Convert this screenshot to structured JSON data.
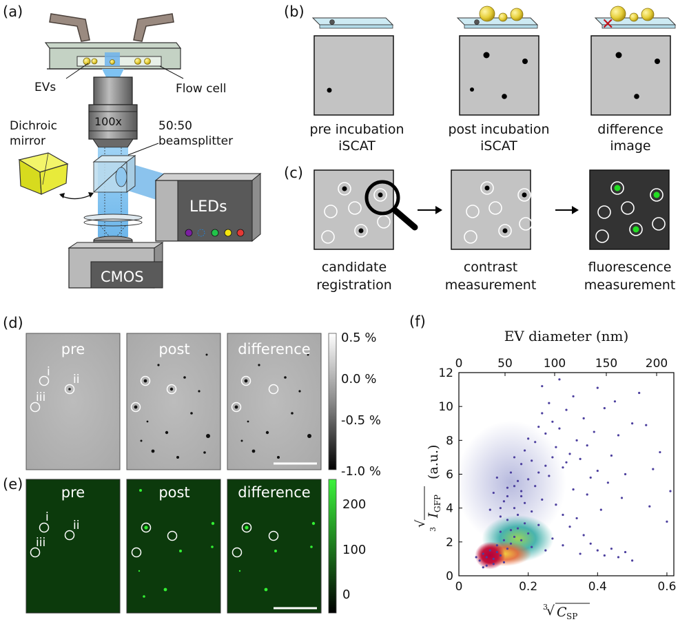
{
  "panels": {
    "a": {
      "label": "(a)",
      "evs": "EVs",
      "flow_cell": "Flow cell",
      "objective": "100x",
      "dichroic": [
        "Dichroic",
        "mirror"
      ],
      "beamsplitter": [
        "50:50",
        "beamsplitter"
      ],
      "leds": "LEDs",
      "camera": "CMOS",
      "led_colors": [
        "#7b1fa2",
        "#1e88e5",
        "#22c34a",
        "#f5e60d",
        "#e53935"
      ]
    },
    "b": {
      "label": "(b)",
      "captions": [
        [
          "pre incubation",
          "iSCAT"
        ],
        [
          "post incubation",
          "iSCAT"
        ],
        [
          "difference",
          "image"
        ]
      ]
    },
    "c": {
      "label": "(c)",
      "captions": [
        [
          "candidate",
          "registration"
        ],
        [
          "contrast",
          "measurement"
        ],
        [
          "fluorescence",
          "measurement"
        ]
      ]
    },
    "d": {
      "label": "(d)",
      "titles": [
        "pre",
        "post",
        "difference"
      ],
      "roi_labels": [
        "i",
        "ii",
        "iii"
      ],
      "colorbar_ticks": [
        "0.5 %",
        "0.0 %",
        "-0.5 %",
        "-1.0 %"
      ]
    },
    "e": {
      "label": "(e)",
      "titles": [
        "pre",
        "post",
        "difference"
      ],
      "roi_labels": [
        "i",
        "ii",
        "iii"
      ],
      "colorbar_ticks": [
        "200",
        "100",
        "0"
      ]
    },
    "f": {
      "label": "(f)",
      "top_axis_label": "EV diameter (nm)",
      "top_ticks": [
        "0",
        "50",
        "100",
        "150",
        "200"
      ],
      "ylabel_root": "3",
      "ylabel_var": "I",
      "ylabel_sub": "GFP",
      "ylabel_unit": "(a.u.)",
      "xlabel_root": "3",
      "xlabel_var": "C",
      "xlabel_sub": "SP"
    }
  },
  "chart_data": {
    "type": "scatter",
    "title": "",
    "xlabel": "∛C_SP",
    "ylabel": "∛I_GFP (a.u.)",
    "secondary_xlabel": "EV diameter (nm)",
    "xlim": [
      0,
      0.62
    ],
    "ylim": [
      0,
      12
    ],
    "x_ticks": [
      0,
      0.2,
      0.4,
      0.6
    ],
    "y_ticks": [
      0,
      2,
      4,
      6,
      8,
      10,
      12
    ],
    "secondary_x_ticks_nm": [
      0,
      50,
      100,
      150,
      200
    ],
    "grid": false,
    "colors": {
      "low": "#4c3f9e",
      "mid": "#2aa7a1",
      "high": "#f4d03f",
      "peak": "#b3003a"
    },
    "density_regions": [
      {
        "x": 0.09,
        "y": 1.2,
        "density": "peak"
      },
      {
        "x": 0.13,
        "y": 1.3,
        "density": "high"
      },
      {
        "x": 0.17,
        "y": 2.2,
        "density": "mid"
      },
      {
        "x": 0.15,
        "y": 5.5,
        "density": "low"
      }
    ],
    "points": [
      [
        0.06,
        0.9
      ],
      [
        0.07,
        1.3
      ],
      [
        0.08,
        1.1
      ],
      [
        0.09,
        1.5
      ],
      [
        0.1,
        1.0
      ],
      [
        0.11,
        1.4
      ],
      [
        0.12,
        1.2
      ],
      [
        0.13,
        0.8
      ],
      [
        0.14,
        1.6
      ],
      [
        0.15,
        1.9
      ],
      [
        0.16,
        2.3
      ],
      [
        0.17,
        2.8
      ],
      [
        0.18,
        2.1
      ],
      [
        0.19,
        3.1
      ],
      [
        0.2,
        2.5
      ],
      [
        0.21,
        1.7
      ],
      [
        0.12,
        3.5
      ],
      [
        0.13,
        4.4
      ],
      [
        0.14,
        5.2
      ],
      [
        0.15,
        6.1
      ],
      [
        0.16,
        7.0
      ],
      [
        0.17,
        5.6
      ],
      [
        0.18,
        6.6
      ],
      [
        0.19,
        7.4
      ],
      [
        0.2,
        8.1
      ],
      [
        0.21,
        6.8
      ],
      [
        0.22,
        7.9
      ],
      [
        0.23,
        8.8
      ],
      [
        0.24,
        9.6
      ],
      [
        0.25,
        8.4
      ],
      [
        0.26,
        10.2
      ],
      [
        0.27,
        9.1
      ],
      [
        0.28,
        7.6
      ],
      [
        0.29,
        8.7
      ],
      [
        0.3,
        6.4
      ],
      [
        0.31,
        9.8
      ],
      [
        0.32,
        7.2
      ],
      [
        0.33,
        10.6
      ],
      [
        0.34,
        8.0
      ],
      [
        0.35,
        6.9
      ],
      [
        0.36,
        9.3
      ],
      [
        0.37,
        7.7
      ],
      [
        0.38,
        5.8
      ],
      [
        0.39,
        8.5
      ],
      [
        0.4,
        6.2
      ],
      [
        0.42,
        9.9
      ],
      [
        0.44,
        7.1
      ],
      [
        0.46,
        8.3
      ],
      [
        0.48,
        6.0
      ],
      [
        0.5,
        9.0
      ],
      [
        0.52,
        10.8
      ],
      [
        0.55,
        4.1
      ],
      [
        0.58,
        7.3
      ],
      [
        0.61,
        5.0
      ],
      [
        0.11,
        5.8
      ],
      [
        0.1,
        4.9
      ],
      [
        0.09,
        3.9
      ],
      [
        0.12,
        2.6
      ],
      [
        0.14,
        3.3
      ],
      [
        0.16,
        4.0
      ],
      [
        0.18,
        4.7
      ],
      [
        0.22,
        5.3
      ],
      [
        0.24,
        4.5
      ],
      [
        0.26,
        5.9
      ],
      [
        0.28,
        4.2
      ],
      [
        0.3,
        3.6
      ],
      [
        0.32,
        2.9
      ],
      [
        0.34,
        3.4
      ],
      [
        0.36,
        2.4
      ],
      [
        0.38,
        1.9
      ],
      [
        0.4,
        1.5
      ],
      [
        0.42,
        1.2
      ],
      [
        0.44,
        1.6
      ],
      [
        0.46,
        1.1
      ],
      [
        0.48,
        1.4
      ],
      [
        0.5,
        0.9
      ],
      [
        0.35,
        1.3
      ],
      [
        0.3,
        1.8
      ],
      [
        0.27,
        2.2
      ],
      [
        0.25,
        1.5
      ],
      [
        0.23,
        3.0
      ],
      [
        0.21,
        3.8
      ],
      [
        0.19,
        4.3
      ],
      [
        0.17,
        3.6
      ],
      [
        0.15,
        2.7
      ],
      [
        0.13,
        2.1
      ],
      [
        0.11,
        1.8
      ],
      [
        0.08,
        0.6
      ],
      [
        0.05,
        1.1
      ],
      [
        0.07,
        0.5
      ],
      [
        0.1,
        0.7
      ],
      [
        0.24,
        11.2
      ],
      [
        0.29,
        11.6
      ],
      [
        0.4,
        11.1
      ],
      [
        0.45,
        10.3
      ],
      [
        0.54,
        8.9
      ],
      [
        0.56,
        6.3
      ],
      [
        0.6,
        3.2
      ],
      [
        0.47,
        4.6
      ],
      [
        0.43,
        5.5
      ],
      [
        0.41,
        3.9
      ],
      [
        0.37,
        4.8
      ],
      [
        0.33,
        5.1
      ],
      [
        0.31,
        6.7
      ],
      [
        0.27,
        7.0
      ],
      [
        0.25,
        6.5
      ],
      [
        0.23,
        6.1
      ],
      [
        0.2,
        5.7
      ],
      [
        0.18,
        5.0
      ],
      [
        0.16,
        5.3
      ],
      [
        0.14,
        4.7
      ],
      [
        0.12,
        4.0
      ]
    ]
  }
}
